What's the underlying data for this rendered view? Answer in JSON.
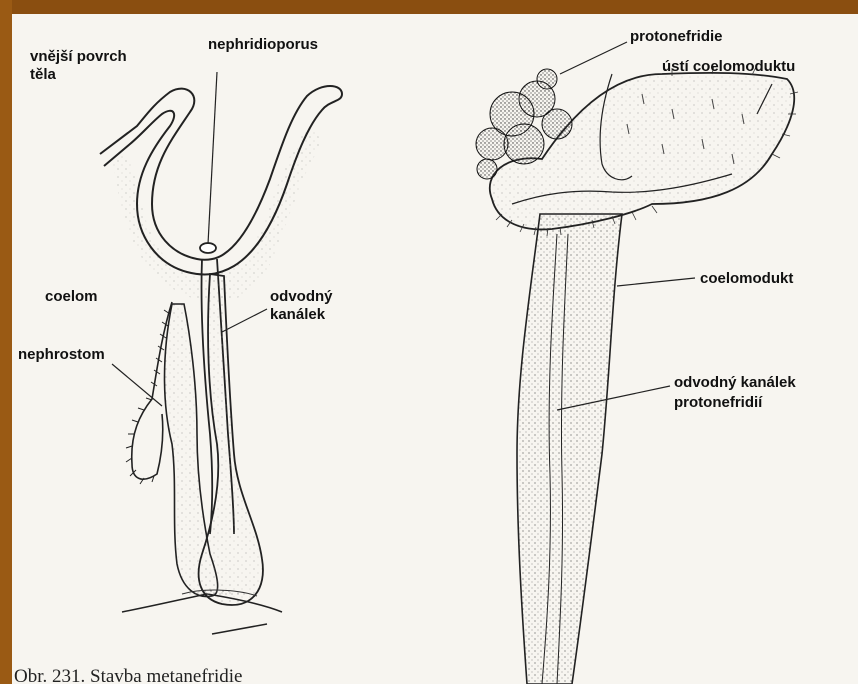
{
  "labels": {
    "outer_surface_1": "vnější povrch",
    "outer_surface_2": "těla",
    "nephridioporus": "nephridioporus",
    "coelom": "coelom",
    "efferent_canal_1": "odvodný",
    "efferent_canal_2": "kanálek",
    "nephrostom": "nephrostom",
    "protonefridie": "protonefridie",
    "coelomoduct_mouth": "ústí coelomoduktu",
    "coelomodukt": "coelomodukt",
    "protonephridia_canal_1": "odvodný kanálek",
    "protonephridia_canal_2": "protonefridií"
  },
  "caption": "Obr. 231. Stavba metanefridie"
}
